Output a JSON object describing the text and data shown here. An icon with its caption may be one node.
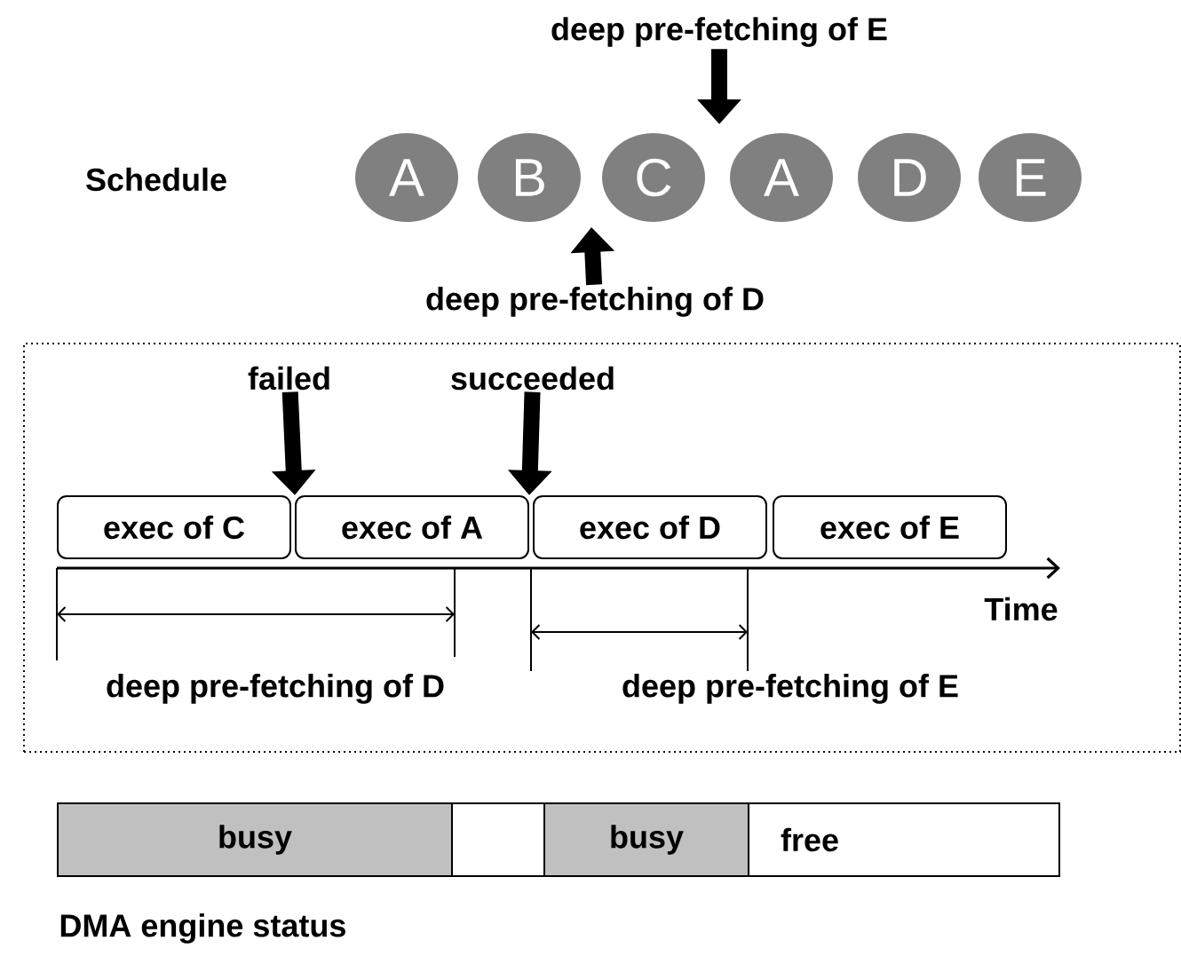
{
  "diagram": {
    "nodes": [
      {
        "text": [
          "deep pre-fetching of E"
        ]
      },
      {
        "text": [
          "A"
        ]
      },
      {
        "text": [
          "B"
        ]
      },
      {
        "text": [
          "C"
        ]
      },
      {
        "text": [
          "A"
        ]
      },
      {
        "text": [
          "D"
        ]
      },
      {
        "text": [
          "E"
        ]
      },
      {
        "text": [
          "deep pre-fetching of D"
        ]
      },
      {
        "text": [],
        "shape": "box"
      },
      {
        "text": [
          "failed"
        ],
        "in": 8
      },
      {
        "text": [
          "succeeded"
        ],
        "in": 8
      },
      {
        "text": [
          "exec of C"
        ],
        "in": 8
      },
      {
        "text": [
          "exec of A"
        ],
        "in": 8
      },
      {
        "text": [
          "exec of D"
        ],
        "in": 8
      },
      {
        "text": [
          "exec of E"
        ],
        "in": 8
      },
      {
        "text": [
          "busy"
        ]
      },
      {
        "text": [],
        "shape": "box"
      },
      {
        "text": [
          "busy"
        ]
      },
      {
        "text": [
          "free"
        ]
      }
    ],
    "edges": [
      {
        "from": 0,
        "to": null,
        "arrow": "to"
      },
      {
        "from": 7,
        "to": null,
        "arrow": "to"
      },
      {
        "from": 9,
        "to": 12,
        "arrow": "to"
      },
      {
        "from": 10,
        "to": 12,
        "arrow": "to"
      }
    ],
    "labels": [
      "Schedule",
      "Time",
      "deep pre-fetching of D",
      "deep pre-fetching of E",
      "DMA engine status"
    ]
  }
}
